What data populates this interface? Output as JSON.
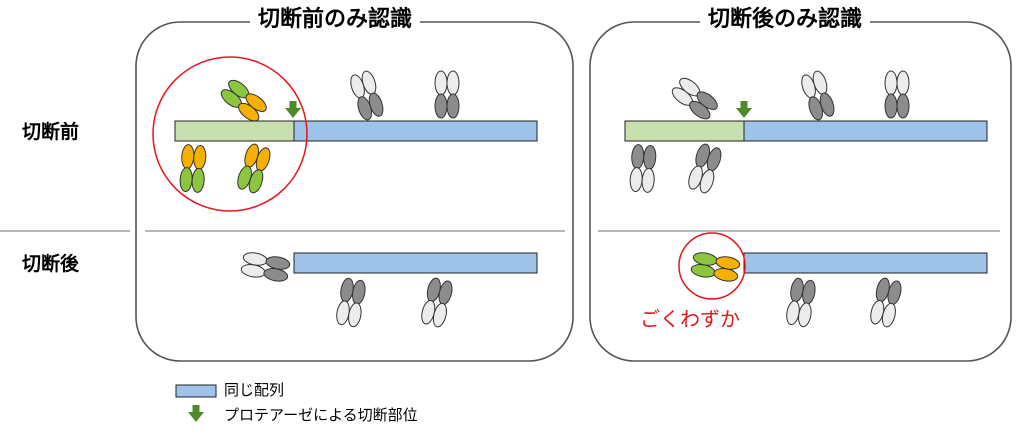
{
  "panels": {
    "left_title": "切断前のみ認識",
    "right_title": "切断後のみ認識"
  },
  "rows": {
    "before_label": "切断前",
    "after_label": "切断後"
  },
  "legend": {
    "bar_label": "同じ配列",
    "arrow_label": "プロテアーゼによる切断部位"
  },
  "annotation": "ごくわずか",
  "colors": {
    "blue_bar": "#9fc3e8",
    "green_bar": "#c8e0b0",
    "cleavage_arrow": "#4f8a2a",
    "highlight_circle": "#e8141b",
    "antibody_orange": "#f5b000",
    "antibody_green": "#8cc63f",
    "antibody_dark": "#8c8c8c",
    "antibody_light": "#ececec"
  }
}
